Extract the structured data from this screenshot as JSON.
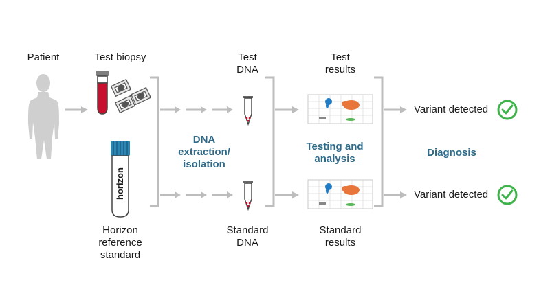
{
  "labels": {
    "patient": "Patient",
    "test_biopsy": "Test biopsy",
    "test_dna_line1": "Test",
    "test_dna_line2": "DNA",
    "test_results_line1": "Test",
    "test_results_line2": "results",
    "horizon_line1": "Horizon",
    "horizon_line2": "reference",
    "horizon_line3": "standard",
    "standard_dna_line1": "Standard",
    "standard_dna_line2": "DNA",
    "standard_results_line1": "Standard",
    "standard_results_line2": "results"
  },
  "stages": {
    "extraction_line1": "DNA",
    "extraction_line2": "extraction/",
    "extraction_line3": "isolation",
    "testing_line1": "Testing and",
    "testing_line2": "analysis",
    "diagnosis": "Diagnosis"
  },
  "results": {
    "top": "Variant detected",
    "bottom": "Variant detected"
  },
  "tube_label": "horizon",
  "colors": {
    "arrow": "#bdbdbd",
    "stage_text": "#2e6b8a",
    "check_green": "#3db34a",
    "blood_red": "#c8102e",
    "tube_cap_blue": "#1f6fa8",
    "cap_teal": "#2a86b5",
    "person_gray": "#cfcfcf",
    "orange_cluster": "#e8753a",
    "blue_cluster": "#1e7bc4",
    "green_cluster": "#5bb75b"
  },
  "icons": [
    "person-icon",
    "blood-tube-icon",
    "tissue-slide-icon",
    "reference-tube-icon",
    "dna-tube-icon",
    "scatter-plot-icon",
    "check-circle-icon"
  ]
}
